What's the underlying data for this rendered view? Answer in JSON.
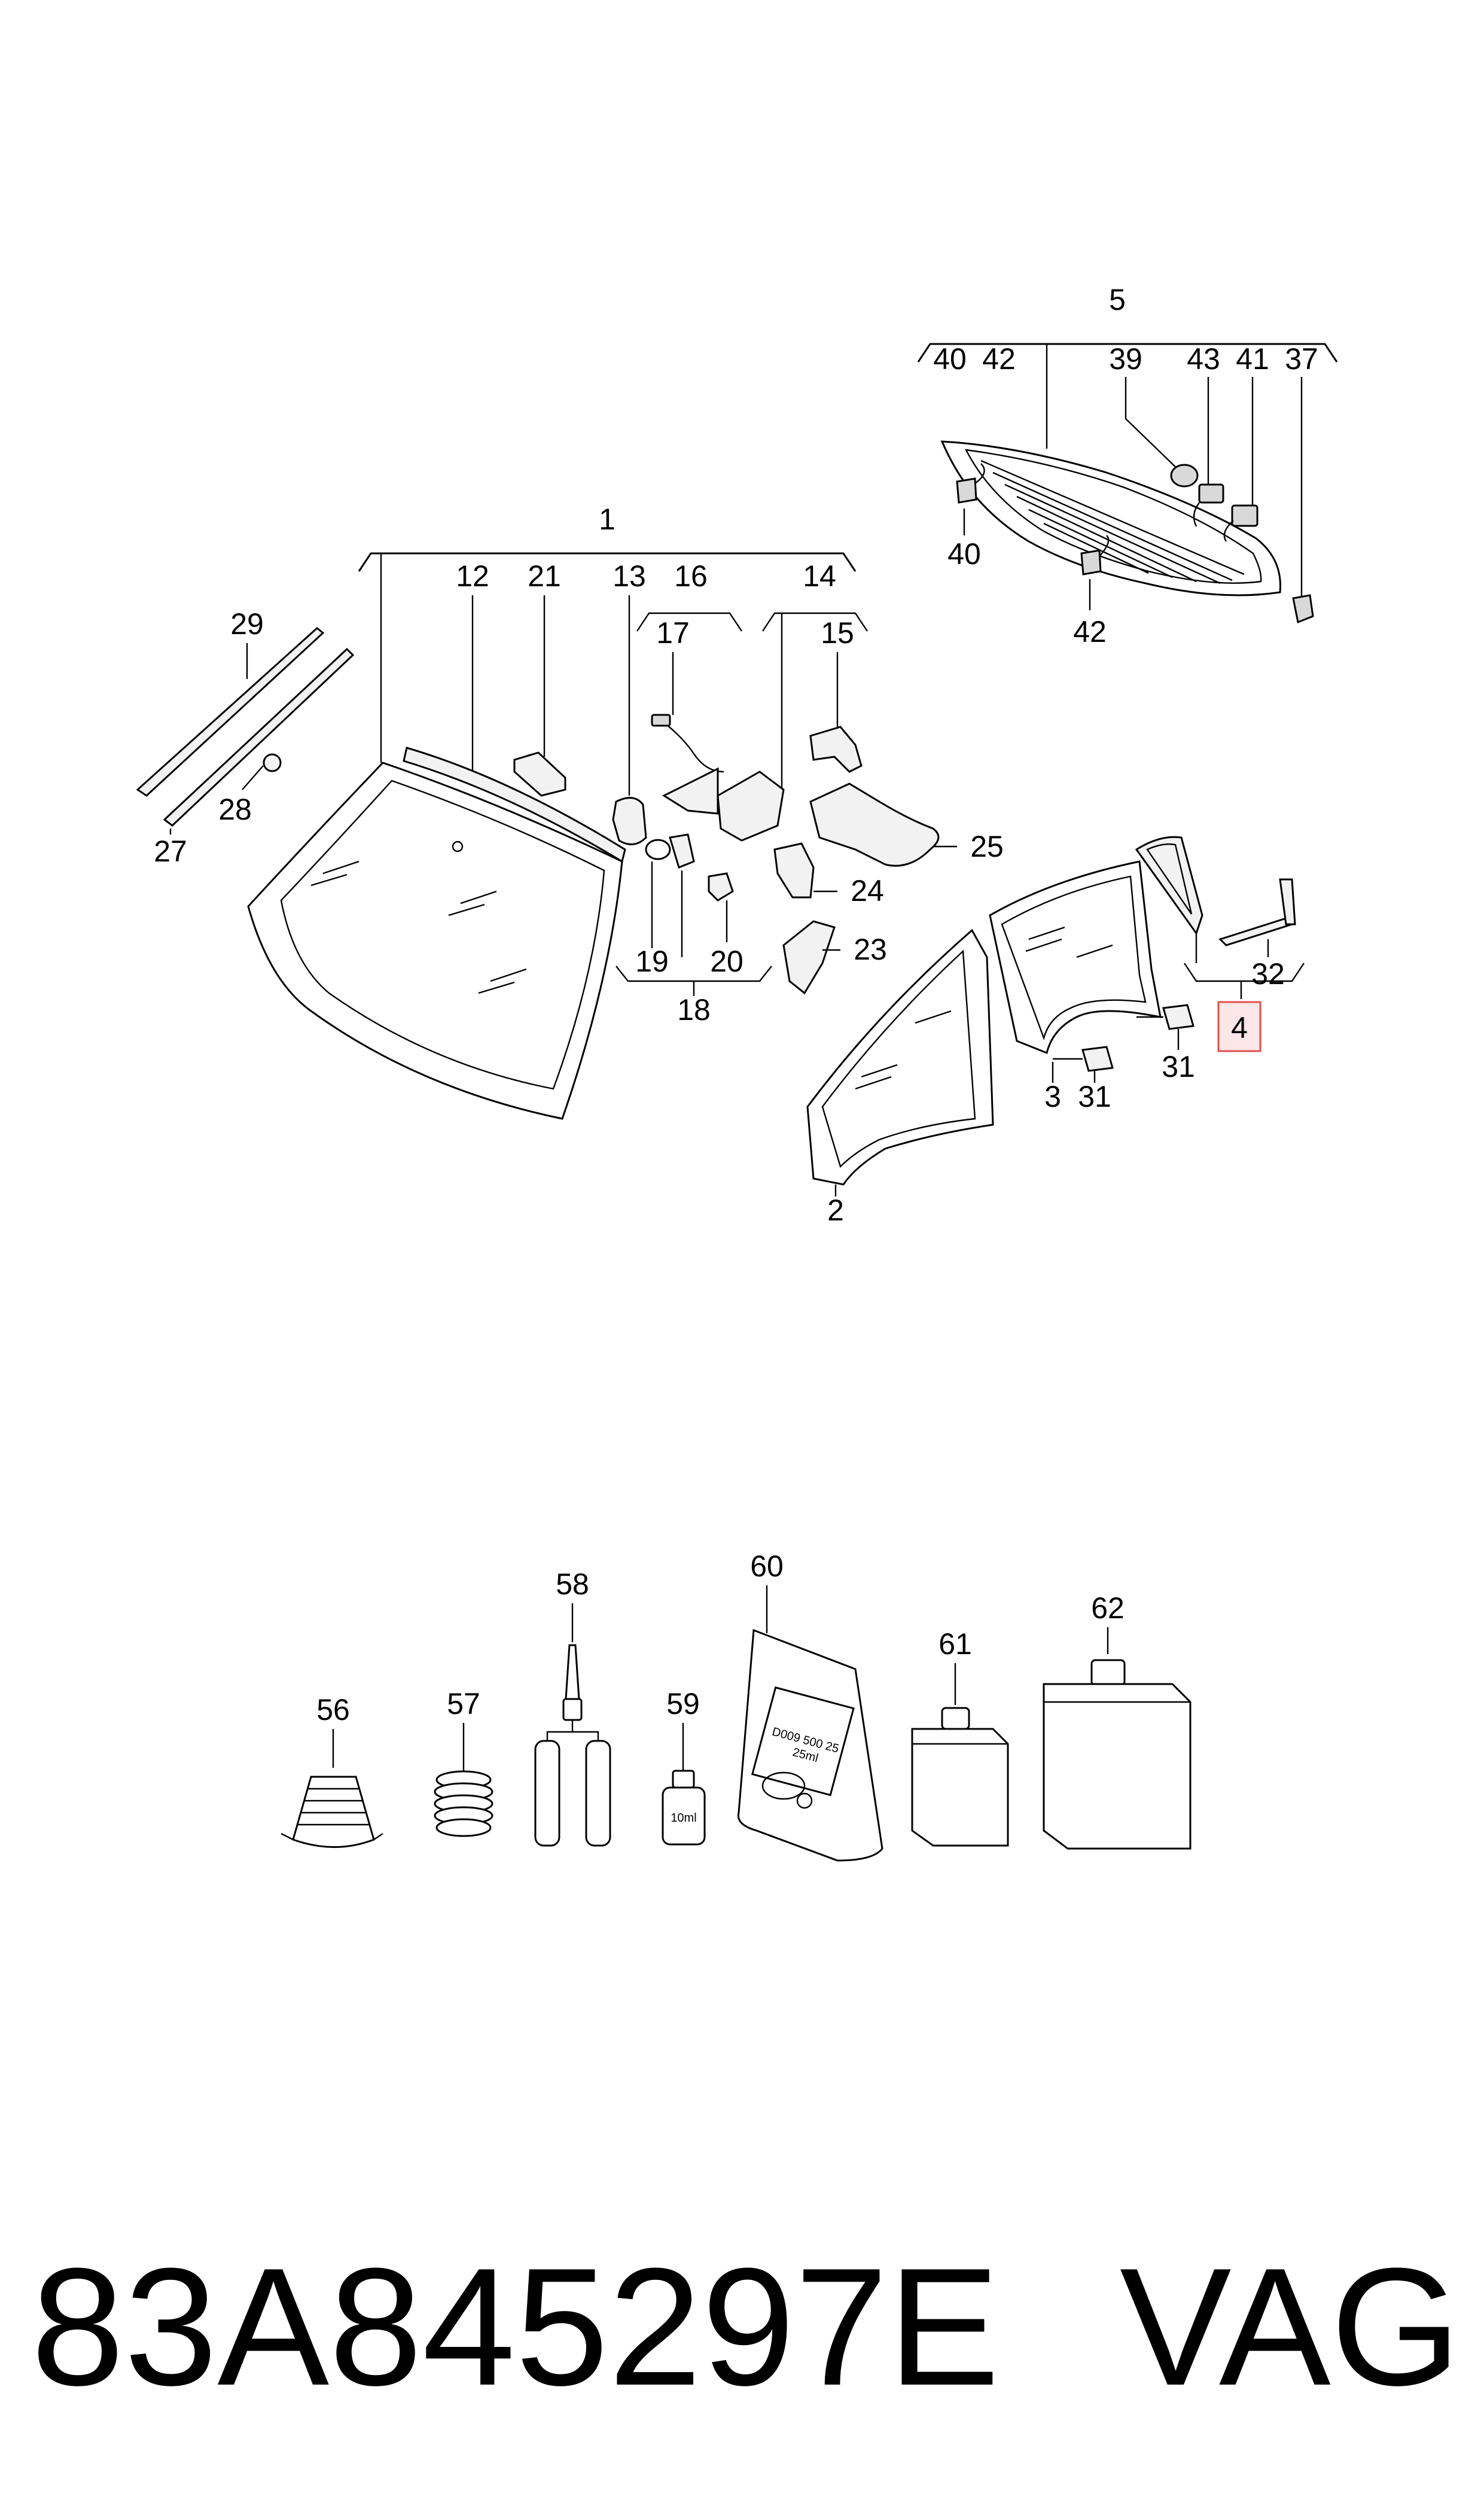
{
  "footer": {
    "part_number": "83A845297E",
    "brand": "VAG"
  },
  "highlighted_callout": "4",
  "highlight_color": "#e0504e",
  "callouts": {
    "c1": "1",
    "c2": "2",
    "c3": "3",
    "c4": "4",
    "c5": "5",
    "c12": "12",
    "c13": "13",
    "c14": "14",
    "c15": "15",
    "c16": "16",
    "c17": "17",
    "c18": "18",
    "c19": "19",
    "c20": "20",
    "c21": "21",
    "c23": "23",
    "c24": "24",
    "c25": "25",
    "c27": "27",
    "c28": "28",
    "c29": "29",
    "c31a": "31",
    "c31b": "31",
    "c32": "32",
    "c37": "37",
    "c39": "39",
    "c40a": "40",
    "c40b": "40",
    "c41": "41",
    "c42a": "42",
    "c42b": "42",
    "c43": "43",
    "c56": "56",
    "c57": "57",
    "c58": "58",
    "c59": "59",
    "c60": "60",
    "c61": "61",
    "c62": "62"
  },
  "product_labels": {
    "bottle_59": "10ml",
    "bag_60_line1": "D009 500 25",
    "bag_60_line2": "25ml"
  }
}
